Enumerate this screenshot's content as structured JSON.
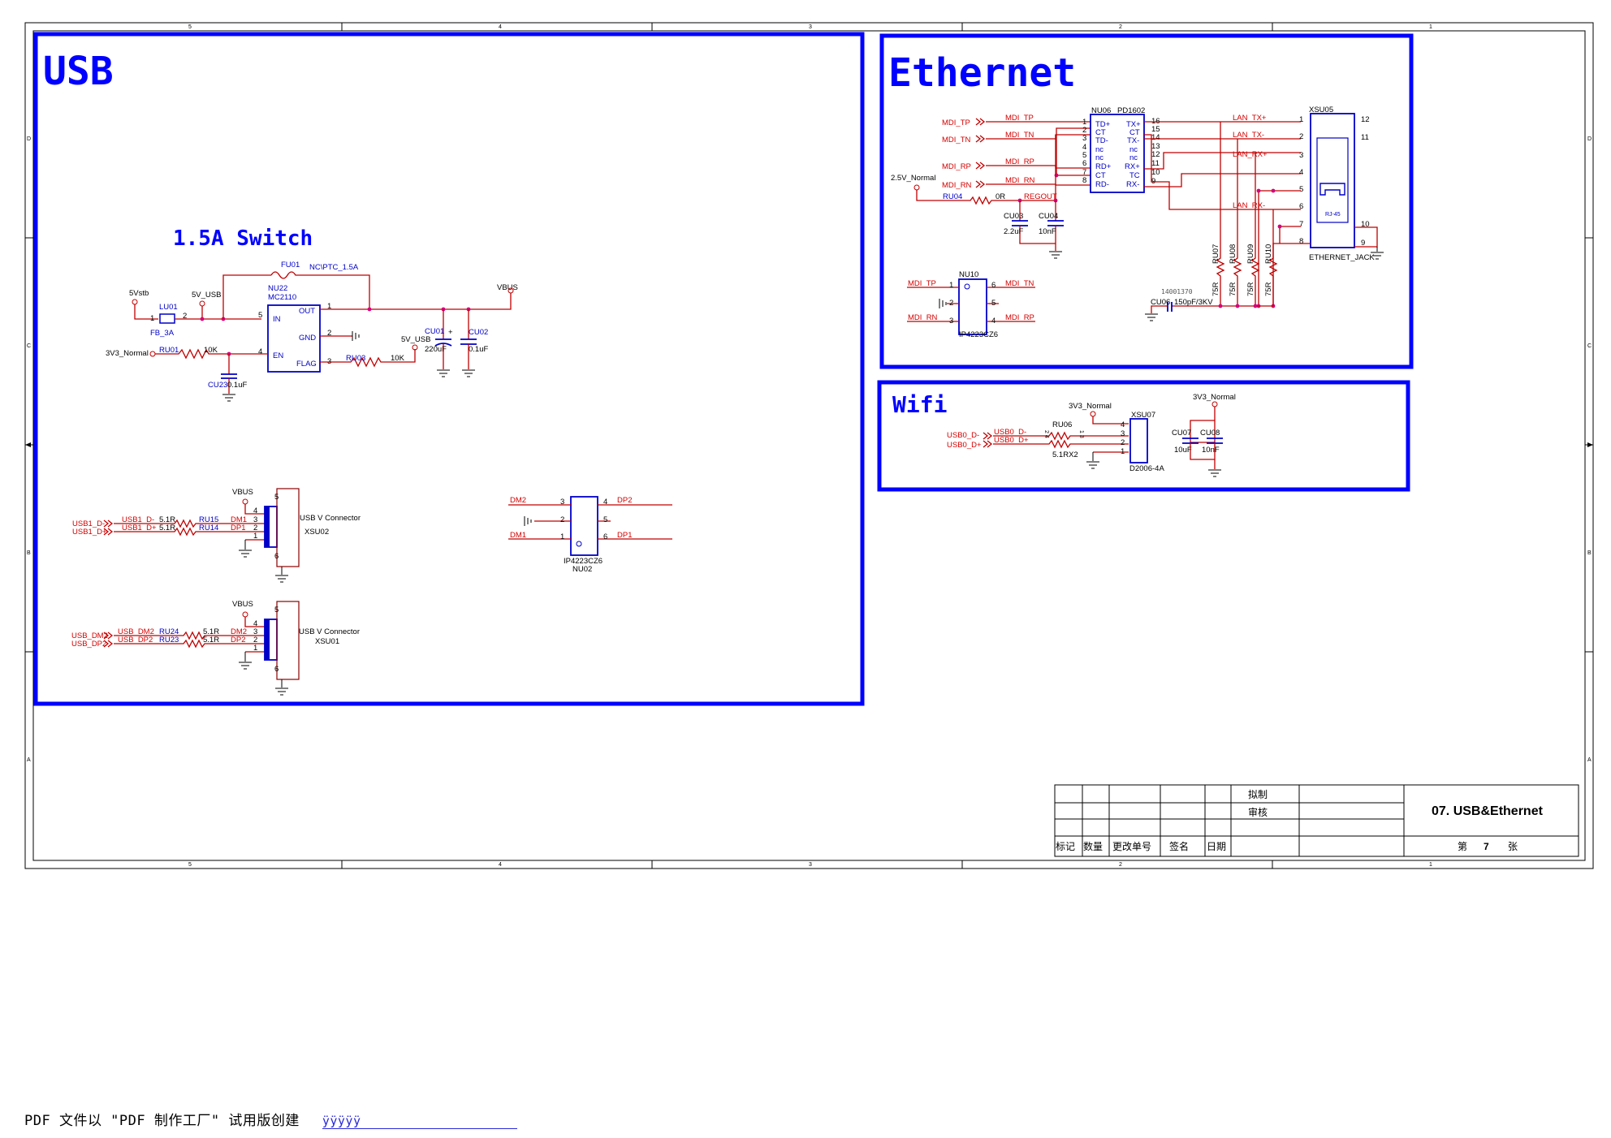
{
  "colors": {
    "frame": "#000000",
    "section_box": "#0000ff",
    "wire": "#c00000",
    "label": "#d40000",
    "component": "#0000c8",
    "junction": "#d6007a",
    "text": "#000000"
  },
  "border": {
    "columns": [
      "5",
      "4",
      "3",
      "2",
      "1"
    ],
    "rows": [
      "D",
      "C",
      "B",
      "A"
    ]
  },
  "sections": {
    "usb": {
      "title": "USB",
      "subtitle": "1.5A Switch"
    },
    "ethernet": {
      "title": "Ethernet"
    },
    "wifi": {
      "title": "Wifi"
    }
  },
  "switch": {
    "ic_ref": "NU22",
    "ic_part": "MC2110",
    "pins": {
      "in": "IN",
      "en": "EN",
      "out": "OUT",
      "gnd": "GND",
      "flag": "FLAG"
    },
    "pin_nums": {
      "in": "5",
      "en": "4",
      "out": "1",
      "gnd": "2",
      "flag": "3"
    },
    "fuse_ref": "FU01",
    "fuse_value": "NC\\PTC_1.5A",
    "ferrite_ref": "LU01",
    "ferrite_value": "FB_3A",
    "ferrite_pin1": "1",
    "ferrite_pin2": "2",
    "net_5vstb": "5Vstb",
    "net_5vusb": "5V_USB",
    "net_vbus": "VBUS",
    "net_3v3": "3V3_Normal",
    "net_5vusb2": "5V_USB",
    "ru01_ref": "RU01",
    "ru01_value": "10K",
    "ru03_ref": "RU03",
    "ru03_value": "10K",
    "cu23": "CU23",
    "cu23_value": "0.1uF",
    "cu01": "CU01",
    "cu01_value": "220uF",
    "cu01_plus": "+",
    "cu02": "CU02",
    "cu02_value": "0.1uF"
  },
  "usb_conn_1": {
    "vbus": "VBUS",
    "net_dm": "USB1_D-",
    "net_dp": "USB1_D+",
    "wire_dm": "USB1_D-",
    "wire_dp": "USB1_D+",
    "r_dm": "RU15",
    "r_dp": "RU14",
    "r_value_dm": "5.1R",
    "r_value_dp": "5.1R",
    "sig_dm": "DM1",
    "sig_dp": "DP1",
    "conn_name": "USB V Connector",
    "conn_ref": "XSU02",
    "pins": [
      "4",
      "3",
      "2",
      "1"
    ],
    "pin5": "5",
    "pin6": "6"
  },
  "usb_conn_2": {
    "vbus": "VBUS",
    "net_dm": "USB_DM2",
    "net_dp": "USB_DP2",
    "wire_dm": "USB_DM2",
    "wire_dp": "USB_DP2",
    "r_dm": "RU24",
    "r_dp": "RU23",
    "r_value_dm": "5.1R",
    "r_value_dp": "5.1R",
    "sig_dm": "DM2",
    "sig_dp": "DP2",
    "conn_name": "USB V Connector",
    "conn_ref": "XSU01",
    "pins": [
      "4",
      "3",
      "2",
      "1"
    ],
    "pin5": "5",
    "pin6": "6"
  },
  "esd_nu02": {
    "ref": "NU02",
    "part": "IP4223CZ6",
    "left": [
      {
        "net": "DM2",
        "pin": "3"
      },
      {
        "net": "",
        "pin": "2"
      },
      {
        "net": "DM1",
        "pin": "1"
      }
    ],
    "right": [
      {
        "net": "DP2",
        "pin": "4"
      },
      {
        "net": "",
        "pin": "5"
      },
      {
        "net": "DP1",
        "pin": "6"
      }
    ]
  },
  "ethernet": {
    "ports": [
      "MDI_TP",
      "MDI_TN",
      "MDI_RP",
      "MDI_RN"
    ],
    "wire_labels": [
      "MDI_TP",
      "MDI_TN",
      "MDI_RP",
      "MDI_RN"
    ],
    "xfmr_ref": "NU06",
    "xfmr_part": "PD1602",
    "xfmr_left": [
      {
        "pin": "1",
        "name": "TD+"
      },
      {
        "pin": "2",
        "name": "CT"
      },
      {
        "pin": "3",
        "name": "TD-"
      },
      {
        "pin": "4",
        "name": "nc"
      },
      {
        "pin": "5",
        "name": "nc"
      },
      {
        "pin": "6",
        "name": "RD+"
      },
      {
        "pin": "7",
        "name": "CT"
      },
      {
        "pin": "8",
        "name": "RD-"
      }
    ],
    "xfmr_right": [
      {
        "pin": "16",
        "name": "TX+"
      },
      {
        "pin": "15",
        "name": "CT"
      },
      {
        "pin": "14",
        "name": "TX-"
      },
      {
        "pin": "13",
        "name": "nc"
      },
      {
        "pin": "12",
        "name": "nc"
      },
      {
        "pin": "11",
        "name": "RX+"
      },
      {
        "pin": "10",
        "name": "TC"
      },
      {
        "pin": "9",
        "name": "RX-"
      }
    ],
    "lan_labels": [
      "LAN_TX+",
      "LAN_TX-",
      "LAN_RX+",
      "LAN_RX-"
    ],
    "jack_ref": "XSU05",
    "jack_part": "ETHERNET_JACK",
    "jack_inner": "RJ-45",
    "jack_left_pins": [
      "1",
      "2",
      "3",
      "4",
      "5",
      "6",
      "7",
      "8"
    ],
    "jack_right_pins": [
      "12",
      "11",
      "10",
      "9"
    ],
    "net_25v": "2.5V_Normal",
    "ru04": "RU04",
    "ru04_value": "0R",
    "regout": "REGOUT",
    "cu03": "CU03",
    "cu03_value": "2.2uF",
    "cu04": "CU04",
    "cu04_value": "10nF",
    "term_res": [
      "RU07",
      "RU08",
      "RU09",
      "RU10"
    ],
    "term_value": "75R",
    "cu06": "CU06",
    "cu06_value": "150pF/3KV",
    "cu06_code": "14001370",
    "esd_ref": "NU10",
    "esd_part": "IP4223CZ6",
    "esd_left": [
      {
        "net": "MDI_TP",
        "pin": "1"
      },
      {
        "net": "",
        "pin": "2"
      },
      {
        "net": "MDI_RN",
        "pin": "3"
      }
    ],
    "esd_right": [
      {
        "net": "MDI_TN",
        "pin": "6"
      },
      {
        "net": "",
        "pin": "5"
      },
      {
        "net": "MDI_RP",
        "pin": "4"
      }
    ]
  },
  "wifi": {
    "net_3v3_a": "3V3_Normal",
    "net_3v3_b": "3V3_Normal",
    "ports": [
      "USB0_D-",
      "USB0_D+"
    ],
    "wires": [
      "USB0_D-",
      "USB0_D+"
    ],
    "rn_ref": "RU06",
    "rn_value": "5.1RX2",
    "rn_pins_l": "2 4",
    "rn_pins_r": "1 3",
    "conn_ref": "XSU07",
    "conn_part": "D2006-4A",
    "conn_pins": [
      "4",
      "3",
      "2",
      "1"
    ],
    "cu07": "CU07",
    "cu07_value": "10uF",
    "cu08": "CU08",
    "cu08_value": "10nF"
  },
  "title_block": {
    "draft": "拟制",
    "review": "审核",
    "col_labels": [
      "标记",
      "数量",
      "更改单号",
      "签名",
      "日期"
    ],
    "title": "07. USB&Ethernet",
    "sheet_pre": "第",
    "sheet_no": "7",
    "sheet_post": "张"
  },
  "footer": {
    "note": "PDF 文件以 \"PDF 制作工厂\" 试用版创建",
    "trial": "ÿÿÿÿÿ"
  }
}
